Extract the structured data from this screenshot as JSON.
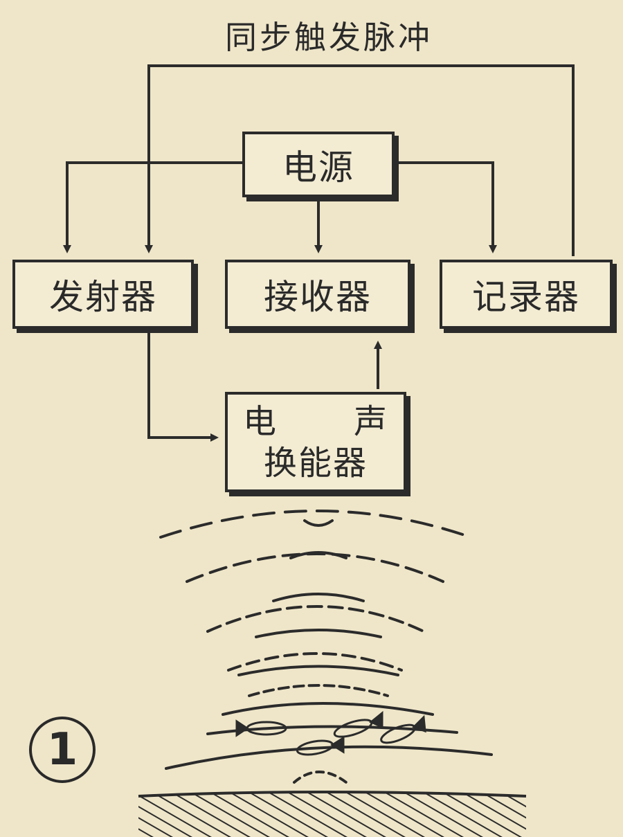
{
  "figure": {
    "sync_label": "同步触发脉冲",
    "number": "1"
  },
  "blocks": {
    "power": "电源",
    "transmitter": "发射器",
    "receiver": "接收器",
    "recorder": "记录器",
    "transducer_line1_left": "电",
    "transducer_line1_right": "声",
    "transducer_line2": "换能器"
  },
  "colors": {
    "background": "#efe6c9",
    "ink": "#2b2b2b"
  }
}
